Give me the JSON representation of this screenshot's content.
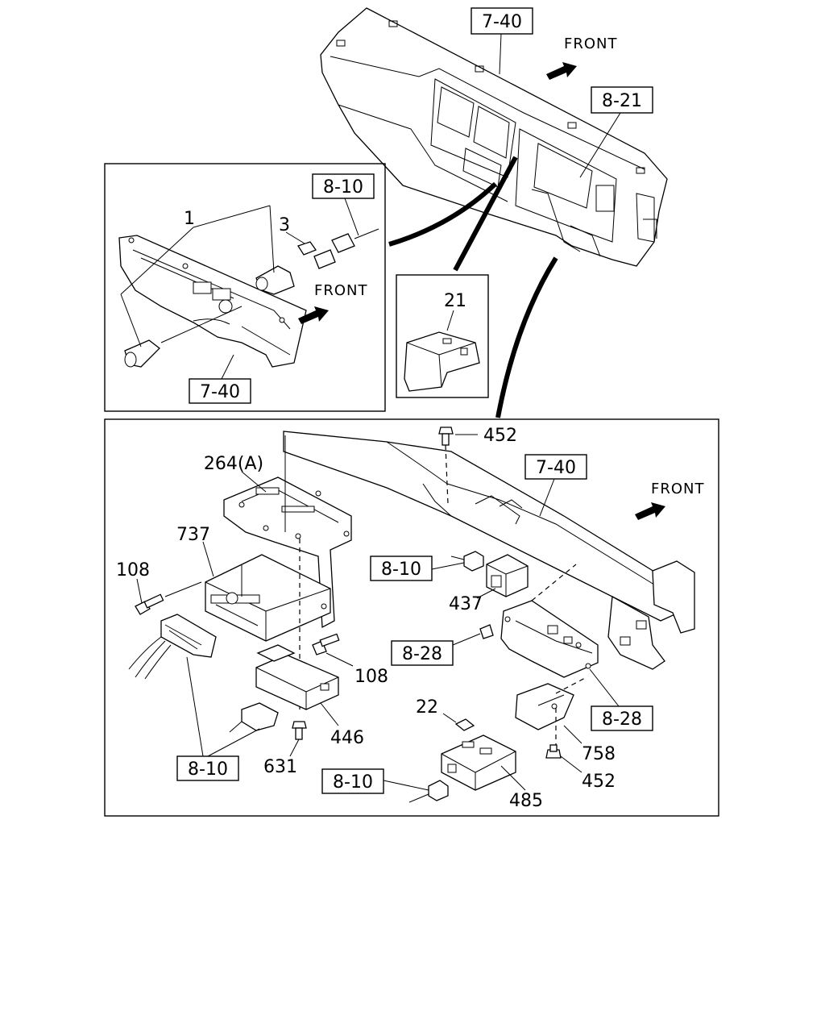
{
  "refs": {
    "r740_top": "7-40",
    "r821": "8-21",
    "r810_inset": "8-10",
    "r740_inset": "7-40",
    "r740_main": "7-40",
    "r810_a": "8-10",
    "r828_a": "8-28",
    "r828_b": "8-28",
    "r810_b": "8-10",
    "r810_c": "8-10"
  },
  "front": {
    "top": "FRONT",
    "inset": "FRONT",
    "main": "FRONT"
  },
  "parts": {
    "p1": "1",
    "p3": "3",
    "p21": "21",
    "p452a": "452",
    "p264": "264(A)",
    "p737": "737",
    "p108a": "108",
    "p437": "437",
    "p108b": "108",
    "p22": "22",
    "p446": "446",
    "p631": "631",
    "p758": "758",
    "p452b": "452",
    "p485": "485"
  }
}
